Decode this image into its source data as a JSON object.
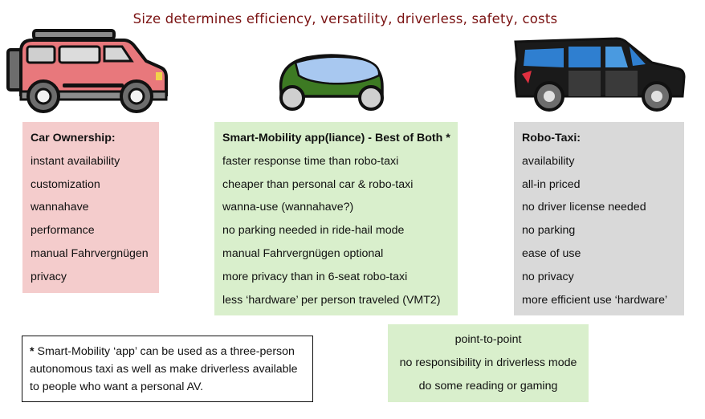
{
  "title": "Size determines efficiency, versatility, driverless, safety, costs",
  "vehicles": [
    {
      "name": "suv-personal-car",
      "color": "#e8787c"
    },
    {
      "name": "small-smart-pod",
      "color": "#3d7a23"
    },
    {
      "name": "robo-taxi-van",
      "color": "#1a1a1a"
    }
  ],
  "car_ownership": {
    "heading": "Car Ownership:",
    "items": [
      "instant availability",
      "customization",
      "wannahave",
      "performance",
      "manual Fahrvergnügen",
      "privacy"
    ],
    "bg_color": "#f4cccc"
  },
  "smart_mobility": {
    "heading": "Smart-Mobility app(liance) - Best of Both *",
    "items": [
      "faster response time than robo-taxi",
      "cheaper than personal car & robo-taxi",
      "wanna-use (wannahave?)",
      "no parking needed in ride-hail mode",
      "manual Fahrvergnügen optional",
      "more privacy than in 6-seat robo-taxi",
      "less ‘hardware’ per person traveled (VMT2)"
    ],
    "bg_color": "#d9efcc"
  },
  "robo_taxi": {
    "heading": "Robo-Taxi:",
    "items": [
      "availability",
      "all-in priced",
      "no driver license needed",
      "no parking",
      "ease of use",
      "no privacy",
      "more efficient use ‘hardware’"
    ],
    "bg_color": "#d9d9d9"
  },
  "footnote": {
    "lines": [
      "Smart-Mobility ‘app’ can be used as a three-person",
      "autonomous taxi as well as make driverless available",
      "to people who want a personal AV."
    ],
    "marker": "*"
  },
  "shared_benefits": {
    "items": [
      "point-to-point",
      "no responsibility in driverless mode",
      "do some reading or gaming"
    ],
    "bg_color": "#d9efcc"
  }
}
